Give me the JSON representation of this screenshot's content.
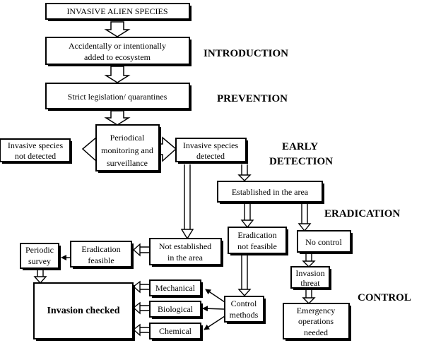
{
  "nodes": {
    "invasive_alien_species": "INVASIVE ALIEN SPECIES",
    "introduced_line1": "Accidentally or intentionally",
    "introduced_line2": "added to ecosystem",
    "legislation": "Strict legislation/ quarantines",
    "monitoring_line1": "Periodical",
    "monitoring_line2": "monitoring and",
    "monitoring_line3": "surveillance",
    "not_detected_line1": "Invasive species",
    "not_detected_line2": "not detected",
    "detected_line1": "Invasive species",
    "detected_line2": "detected",
    "established": "Established in the area",
    "eradication_not_feasible_line1": "Eradication",
    "eradication_not_feasible_line2": "not feasible",
    "no_control": "No control",
    "not_established_line1": "Not established",
    "not_established_line2": "in the area",
    "eradication_feasible_line1": "Eradication",
    "eradication_feasible_line2": "feasible",
    "periodic_survey_line1": "Periodic",
    "periodic_survey_line2": "survey",
    "invasion_checked": "Invasion checked",
    "mechanical": "Mechanical",
    "biological": "Biological",
    "chemical": "Chemical",
    "control_methods_line1": "Control",
    "control_methods_line2": "methods",
    "invasion_threat_line1": "Invasion",
    "invasion_threat_line2": "threat",
    "emergency_line1": "Emergency",
    "emergency_line2": "operations",
    "emergency_line3": "needed"
  },
  "stages": {
    "introduction": "INTRODUCTION",
    "prevention": "PREVENTION",
    "early_line1": "EARLY",
    "early_line2": "DETECTION",
    "eradication": "ERADICATION",
    "control": "CONTROL"
  }
}
